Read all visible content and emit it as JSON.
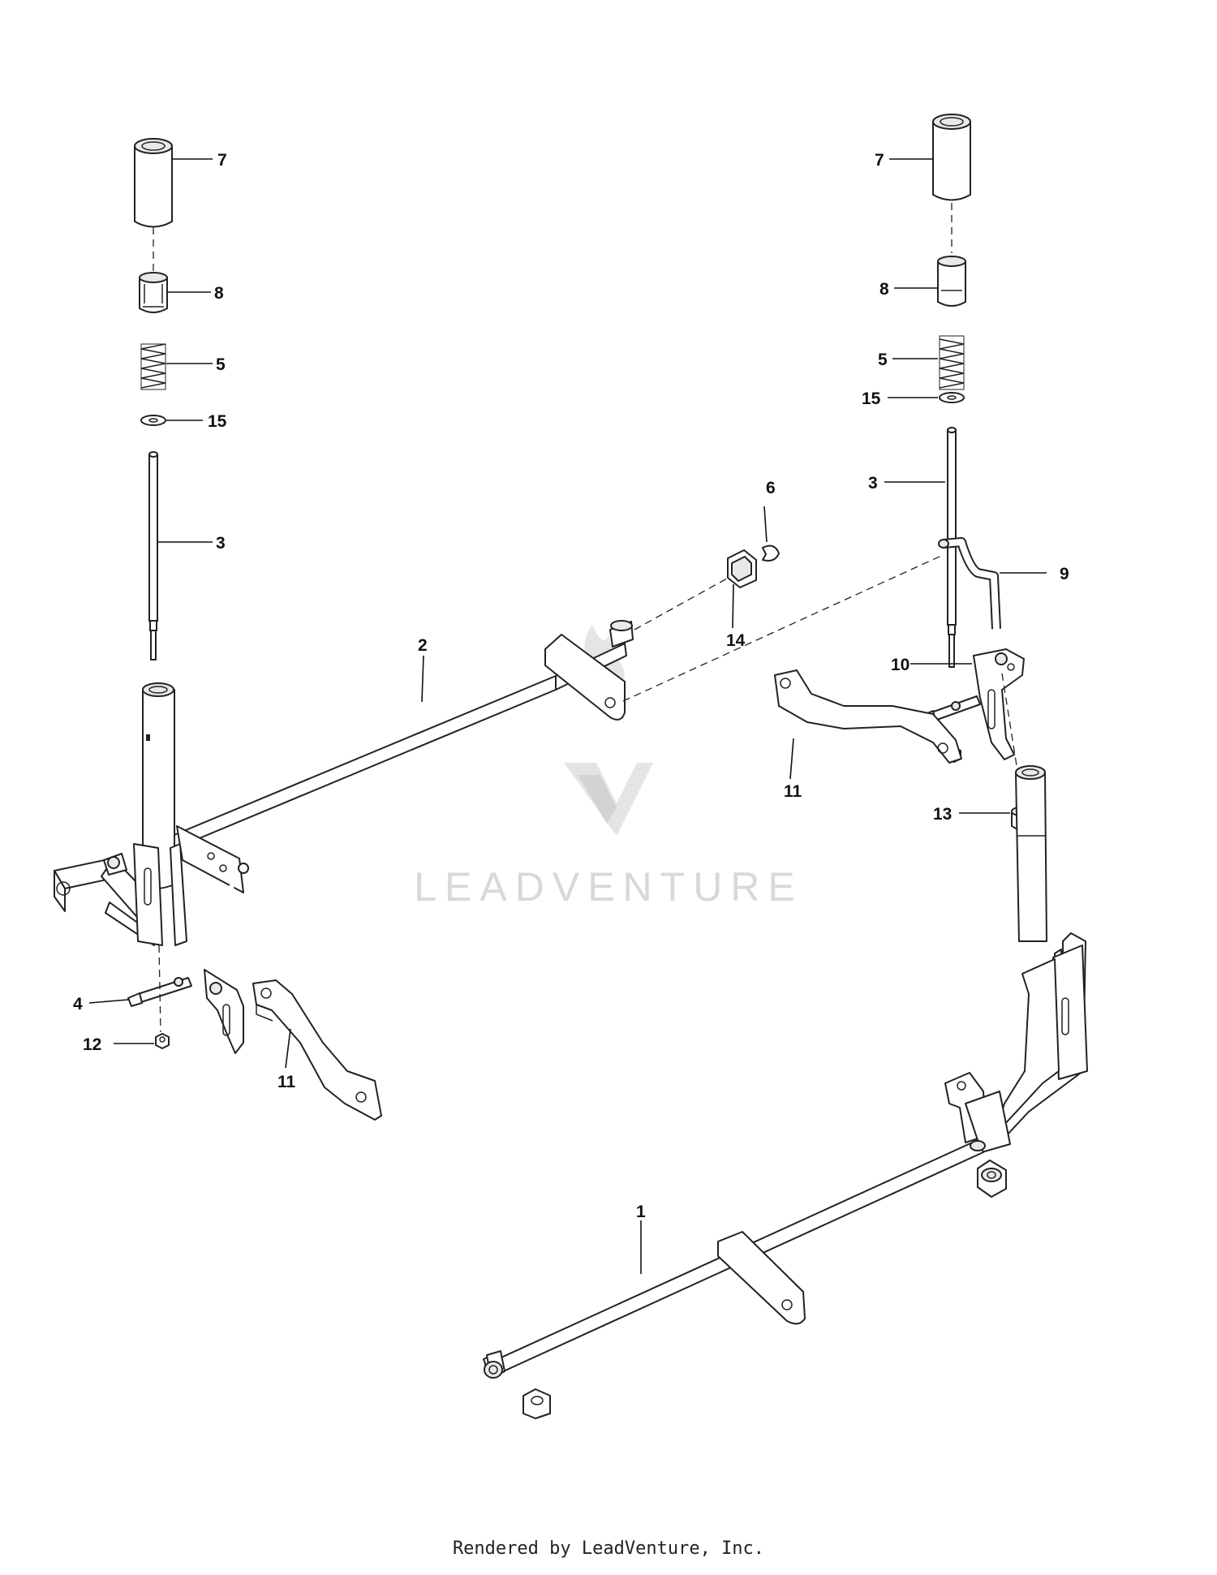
{
  "callouts": [
    {
      "id": "c7a",
      "label": "7"
    },
    {
      "id": "c8a",
      "label": "8"
    },
    {
      "id": "c5a",
      "label": "5"
    },
    {
      "id": "c15a",
      "label": "15"
    },
    {
      "id": "c3a",
      "label": "3"
    },
    {
      "id": "c4",
      "label": "4"
    },
    {
      "id": "c12",
      "label": "12"
    },
    {
      "id": "c11a",
      "label": "11"
    },
    {
      "id": "c2",
      "label": "2"
    },
    {
      "id": "c6",
      "label": "6"
    },
    {
      "id": "c14",
      "label": "14"
    },
    {
      "id": "c9",
      "label": "9"
    },
    {
      "id": "c10",
      "label": "10"
    },
    {
      "id": "c11b",
      "label": "11"
    },
    {
      "id": "c13",
      "label": "13"
    },
    {
      "id": "c7b",
      "label": "7"
    },
    {
      "id": "c8b",
      "label": "8"
    },
    {
      "id": "c5b",
      "label": "5"
    },
    {
      "id": "c15b",
      "label": "15"
    },
    {
      "id": "c3b",
      "label": "3"
    },
    {
      "id": "c1",
      "label": "1"
    }
  ],
  "watermark": {
    "text": "LEADVENTURE"
  },
  "footer": {
    "text": "Rendered by LeadVenture, Inc."
  },
  "colors": {
    "line": "#222222",
    "watermark": "#d4d4d4",
    "background": "#ffffff"
  }
}
